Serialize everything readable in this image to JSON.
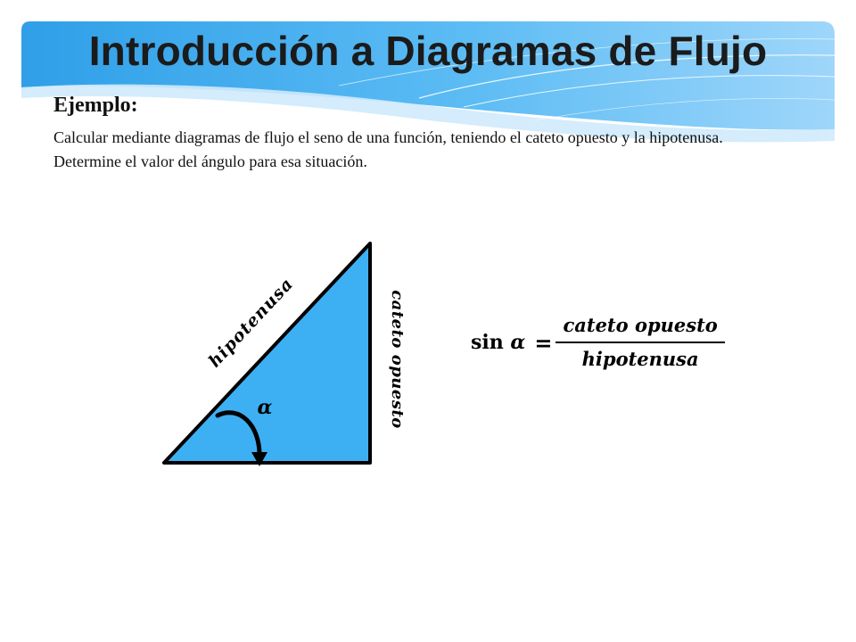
{
  "header": {
    "title": "Introducción a Diagramas de Flujo"
  },
  "content": {
    "heading": "Ejemplo:",
    "description": "Calcular mediante diagramas de flujo el seno de una función, teniendo el cateto opuesto y la hipotenusa. Determine el valor del ángulo para esa situación."
  },
  "diagram": {
    "hypotenuse_label": "hipotenusa",
    "opposite_label": "cateto opuesto",
    "angle_label": "α"
  },
  "formula": {
    "function": "sin",
    "variable": "α",
    "equals": "=",
    "numerator": "cateto opuesto",
    "denominator": "hipotenusa"
  },
  "colors": {
    "triangle_fill": "#3db0f4",
    "banner_blue": "#45aef0",
    "banner_light": "#bfe3fb",
    "text": "#1b1b1b"
  }
}
